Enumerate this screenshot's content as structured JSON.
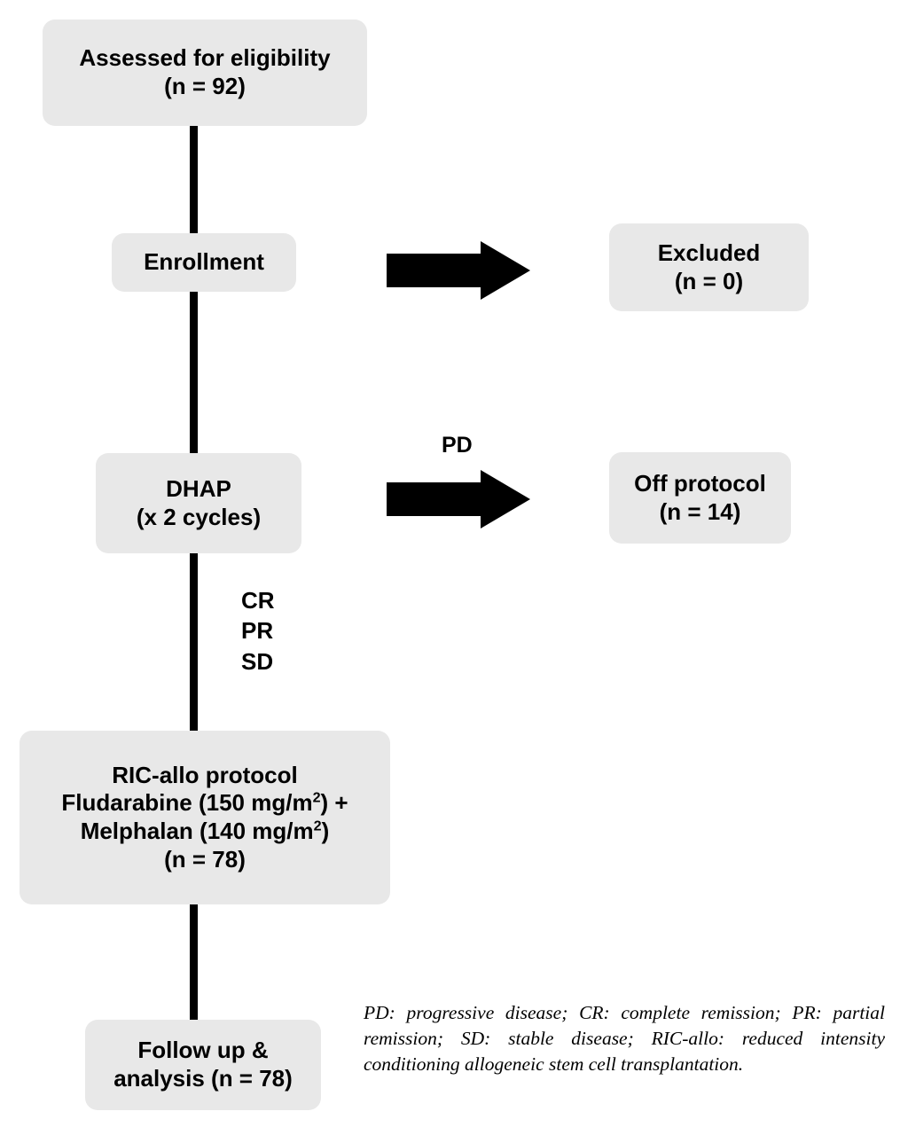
{
  "diagram": {
    "type": "consort-flow-diagram",
    "nodes": [
      {
        "id": "assessed",
        "line1": "Assessed for eligibility",
        "line2": "(n = 92)"
      },
      {
        "id": "enrollment",
        "line1": "Enrollment",
        "line2": ""
      },
      {
        "id": "excluded",
        "line1": "Excluded",
        "line2": "(n = 0)"
      },
      {
        "id": "dhap",
        "line1": "DHAP",
        "line2": "(x 2 cycles)"
      },
      {
        "id": "offprotocol",
        "line1": "Off protocol",
        "line2": "(n = 14)"
      },
      {
        "id": "ric",
        "line1": "RIC-allo protocol",
        "line2": "Fludarabine (150 mg/m",
        "line2sup": "2",
        "line2end": ") +",
        "line3": "Melphalan (140 mg/m",
        "line3sup": "2",
        "line3end": ")",
        "line4": "(n = 78)"
      },
      {
        "id": "followup",
        "line1": "Follow up &",
        "line2": "analysis (n = 78)"
      }
    ],
    "edge_labels": {
      "pd": "PD",
      "responses": "CR\nPR\nSD"
    },
    "arrows": [
      {
        "id": "arrow-excluded",
        "direction": "right"
      },
      {
        "id": "arrow-off-protocol",
        "direction": "right"
      }
    ],
    "footnote": "PD: progressive disease; CR: complete remission; PR: partial remission; SD: stable disease; RIC-allo: reduced intensity conditioning allogeneic stem cell transplantation.",
    "colors": {
      "box_fill": "#e8e8e8",
      "line": "#000000",
      "text": "#000000",
      "background": "#ffffff"
    }
  }
}
